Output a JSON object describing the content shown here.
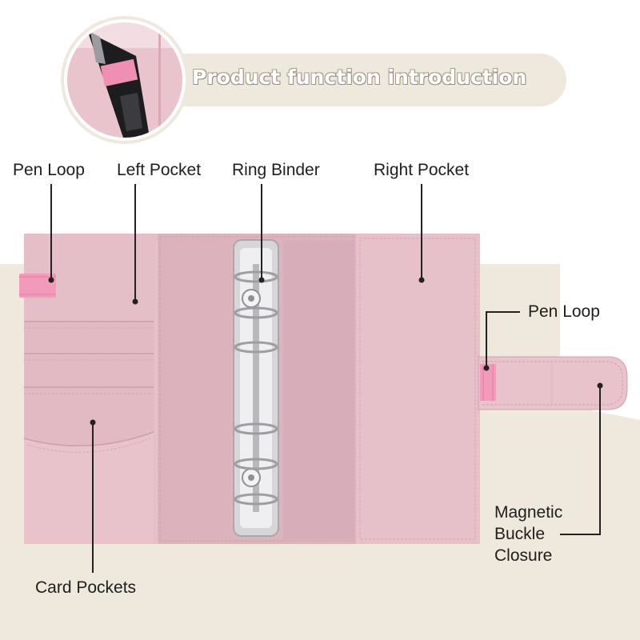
{
  "header": {
    "title": "Product function introduction"
  },
  "labels": {
    "pen_loop_left": "Pen Loop",
    "left_pocket": "Left Pocket",
    "ring_binder": "Ring Binder",
    "right_pocket": "Right Pocket",
    "pen_loop_right": "Pen Loop",
    "magnetic_buckle_closure": [
      "Magnetic",
      "Buckle",
      "Closure"
    ],
    "card_pockets": "Card Pockets"
  },
  "colors": {
    "background_beige": "#efe9dd",
    "binder_pink": "#e8c3cc",
    "binder_pink_dark": "#d9a9b5",
    "pen_loop_pink": "#f29ab9",
    "ring_metal": "#c9c9cc",
    "callout_line": "#222222"
  },
  "icons": [
    "pen-loop-detail-inset-image"
  ]
}
